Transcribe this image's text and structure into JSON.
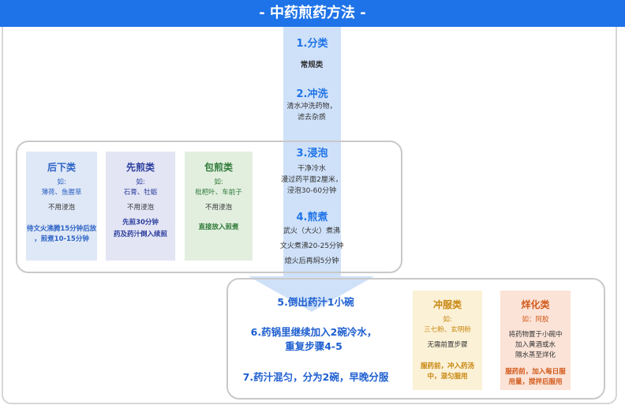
{
  "header": {
    "title": "- 中药煎药方法 -"
  },
  "colors": {
    "header": "#1e73e8",
    "flow": "#cfe1f9",
    "step_title": "#1e73e8"
  },
  "flow": {
    "s1_title": "1.分类",
    "s1_text": "常规类",
    "s2_title": "2.冲洗",
    "s2_line1": "清水冲洗药物，",
    "s2_line2": "滤去杂质",
    "s3_title": "3.浸泡",
    "s3_line1": "干净冷水",
    "s3_line2": "漫过药平面2厘米，",
    "s3_line3": "浸泡30-60分钟",
    "s4_title": "4.煎煮",
    "s4_line1": "武火（大火）煮沸",
    "s4_line2": "文火煮沸20-25分钟",
    "s4_line3": "熄火后再焖5分钟",
    "s5": "5.倒出药汁1小碗",
    "s6_line1": "6.药锅里继续加入2碗冷水，",
    "s6_line2": "重复步骤4-5",
    "s7": "7.药汁混匀，分为2碗，早晚分服"
  },
  "cards_left": [
    {
      "title": "后下类",
      "example_label": "如:",
      "example": "薄荷、鱼腥草",
      "soak": "不用浸泡",
      "note1": "待文火沸腾15分钟后放",
      "note2": "，煎煮10-15分钟"
    },
    {
      "title": "先煎类",
      "example_label": "如:",
      "example": "石膏、牡蛎",
      "soak": "不用浸泡",
      "note1": "先煎30分钟",
      "note2": "药及药汁倒入续煎"
    },
    {
      "title": "包煎类",
      "example_label": "如:",
      "example": "枇杷叶、车前子",
      "soak": "不用浸泡",
      "note1": "直接放入煎煮",
      "note2": ""
    }
  ],
  "cards_right": [
    {
      "title": "冲服类",
      "example_label": "如:",
      "example": "三七粉、玄明粉",
      "line1": "无需前置步骤",
      "line2": "",
      "note1": "服药前，冲入药汤",
      "note2": "中，混匀服用"
    },
    {
      "title": "烊化类",
      "example_label": "如：阿胶",
      "example": "",
      "line1": "将药物置于小碗中",
      "line2": "加入黄酒或水",
      "line3": "隔水蒸至烊化",
      "note1": "服药前，加入每日服",
      "note2": "用量，搅拌后服用"
    }
  ]
}
